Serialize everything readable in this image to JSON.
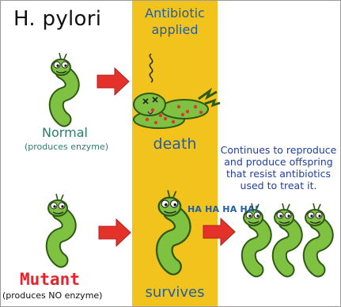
{
  "title": "H. pylori",
  "antibiotic": {
    "line1": "Antibiotic",
    "line2": "applied"
  },
  "normal": {
    "label": "Normal",
    "sublabel": "(produces enzyme)"
  },
  "outcome_top": "death",
  "continues": {
    "line1": "Continues to reproduce",
    "line2": "and produce offspring",
    "line3": "that resist antibiotics",
    "line4": "used to treat it."
  },
  "laugh": "HA HA HA HA!",
  "mutant": {
    "label": "Mutant",
    "sublabel": "(produces NO enzyme)"
  },
  "outcome_bottom": "survives",
  "colors": {
    "band": "#f2c31d",
    "arrow": "#e4322b",
    "bacterium": "#7fc242",
    "bacterium_outline": "#2f5a15",
    "caption_blue": "#1f5fa3",
    "mutant_red": "#e4232b"
  },
  "icons": [
    "bacterium-normal-icon",
    "dead-bacterium-icon",
    "bacterium-mutant-icon",
    "bacterium-survivor-icon",
    "offspring-bacteria-icon",
    "arrow-right-icon"
  ]
}
